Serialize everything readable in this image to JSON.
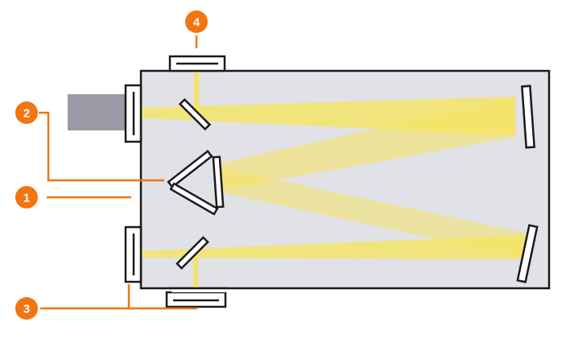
{
  "colors": {
    "accent": "#f2750f",
    "housing_fill": "#e1e1e8",
    "housing_stroke": "#1a1a1a",
    "beam": "#f5e45a",
    "detector": "#9a9ba6",
    "mirror_fill": "#ffffff"
  },
  "callouts": [
    {
      "id": "callout-1",
      "label": "1"
    },
    {
      "id": "callout-2",
      "label": "2"
    },
    {
      "id": "callout-3",
      "label": "3"
    },
    {
      "id": "callout-4",
      "label": "4"
    }
  ],
  "icons": {
    "detector": "detector-block-icon",
    "mirror": "mirror-icon"
  }
}
